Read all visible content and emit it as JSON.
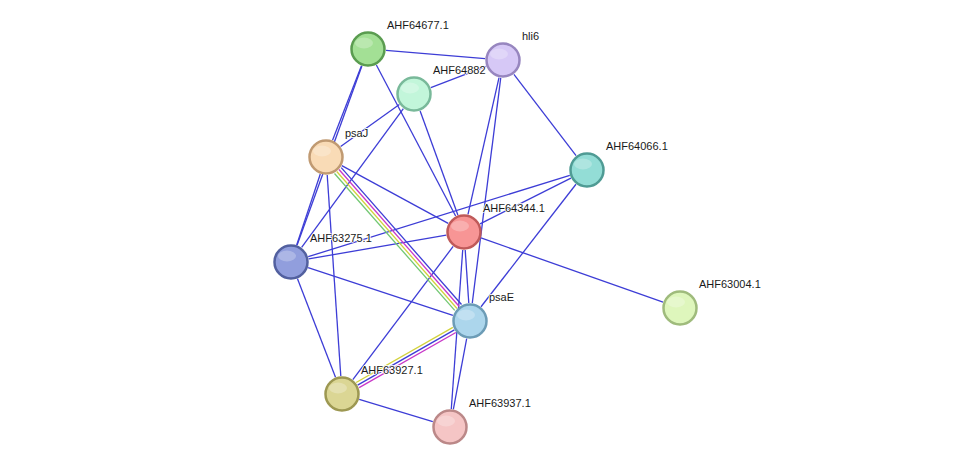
{
  "diagram": {
    "nodes": [
      {
        "text": [
          "AHF64677.1"
        ]
      },
      {
        "text": [
          "hli6"
        ]
      },
      {
        "text": [
          "AHF64882"
        ]
      },
      {
        "text": [
          "psaJ"
        ]
      },
      {
        "text": [
          "AHF64066.1"
        ]
      },
      {
        "text": [
          "AHF64344.1"
        ]
      },
      {
        "text": [
          "AHF63275.1"
        ]
      },
      {
        "text": [
          "AHF63004.1"
        ]
      },
      {
        "text": [
          "psaE"
        ]
      },
      {
        "text": [
          "AHF63927.1"
        ]
      },
      {
        "text": [
          "AHF63937.1"
        ]
      }
    ],
    "edges": [
      {
        "from": 0,
        "to": 1,
        "arrow": "none"
      },
      {
        "from": 0,
        "to": 3,
        "arrow": "none"
      },
      {
        "from": 0,
        "to": 6,
        "arrow": "none"
      },
      {
        "from": 0,
        "to": 5,
        "arrow": "none"
      },
      {
        "from": 1,
        "to": 2,
        "arrow": "none"
      },
      {
        "from": 1,
        "to": 5,
        "arrow": "none"
      },
      {
        "from": 1,
        "to": 8,
        "arrow": "none"
      },
      {
        "from": 1,
        "to": 4,
        "arrow": "none"
      },
      {
        "from": 2,
        "to": 3,
        "arrow": "none"
      },
      {
        "from": 2,
        "to": 5,
        "arrow": "none"
      },
      {
        "from": 2,
        "to": 6,
        "arrow": "none"
      },
      {
        "from": 3,
        "to": 5,
        "arrow": "none"
      },
      {
        "from": 3,
        "to": 8,
        "arrow": "none"
      },
      {
        "from": 3,
        "to": 6,
        "arrow": "none"
      },
      {
        "from": 3,
        "to": 9,
        "arrow": "none"
      },
      {
        "from": 4,
        "to": 6,
        "arrow": "none"
      },
      {
        "from": 4,
        "to": 8,
        "arrow": "none"
      },
      {
        "from": 4,
        "to": 5,
        "arrow": "none"
      },
      {
        "from": 5,
        "to": 6,
        "arrow": "none"
      },
      {
        "from": 5,
        "to": 8,
        "arrow": "none"
      },
      {
        "from": 5,
        "to": 7,
        "arrow": "none"
      },
      {
        "from": 5,
        "to": 9,
        "arrow": "none"
      },
      {
        "from": 5,
        "to": 10,
        "arrow": "none"
      },
      {
        "from": 6,
        "to": 8,
        "arrow": "none"
      },
      {
        "from": 6,
        "to": 9,
        "arrow": "none"
      },
      {
        "from": 8,
        "to": 9,
        "arrow": "none"
      },
      {
        "from": 8,
        "to": 10,
        "arrow": "none"
      },
      {
        "from": 9,
        "to": 10,
        "arrow": "none"
      }
    ]
  }
}
